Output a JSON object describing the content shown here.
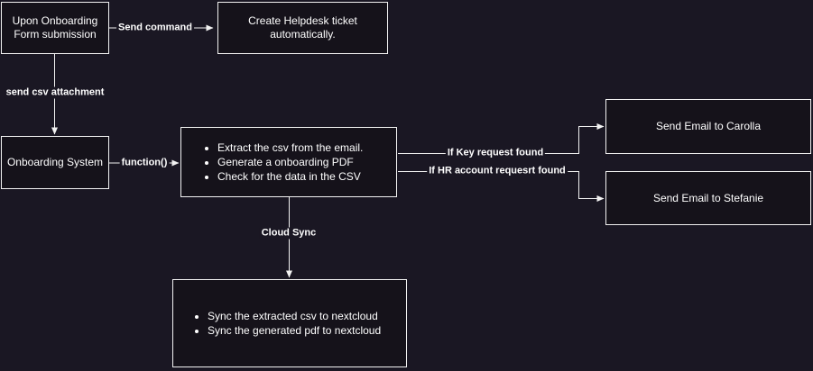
{
  "canvas": {
    "background_color": "#1a1723",
    "node_fill_color": "#15121a",
    "stroke_color": "#f2f2f2",
    "text_color": "#ffffff"
  },
  "nodes": {
    "upon_onboarding": {
      "label": "Upon Onboarding\nForm submission"
    },
    "create_helpdesk": {
      "label": "Create Helpdesk ticket\nautomatically."
    },
    "onboarding_system": {
      "label": "Onboarding System"
    },
    "process": {
      "items": [
        "Extract the csv from the email.",
        "Generate a onboarding PDF",
        "Check for the data in the CSV"
      ]
    },
    "email_carolla": {
      "label": "Send Email to Carolla"
    },
    "email_stefanie": {
      "label": "Send Email to Stefanie"
    },
    "cloud_sync_tasks": {
      "items": [
        "Sync the extracted csv to nextcloud",
        "Sync the generated pdf to nextcloud"
      ]
    }
  },
  "edges": {
    "send_command": {
      "label": "Send command"
    },
    "send_csv": {
      "label": "send csv attachment"
    },
    "function_call": {
      "label": "function()"
    },
    "key_request": {
      "label": "If Key request found"
    },
    "hr_request": {
      "label": "If HR account requesrt found"
    },
    "cloud_sync": {
      "label": "Cloud Sync"
    }
  }
}
